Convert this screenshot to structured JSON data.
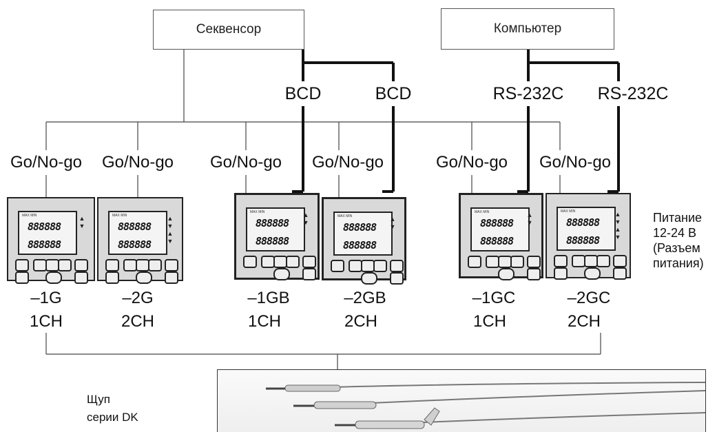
{
  "top_boxes": {
    "sequencer": "Секвенсор",
    "computer": "Компьютер"
  },
  "interfaces": {
    "bcd_1": "BCD",
    "bcd_2": "BCD",
    "rs_1": "RS-232C",
    "rs_2": "RS-232C"
  },
  "gonogo": [
    "Go/No-go",
    "Go/No-go",
    "Go/No-go",
    "Go/No-go",
    "Go/No-go",
    "Go/No-go"
  ],
  "units": [
    {
      "model": "–1G",
      "ch": "1CH"
    },
    {
      "model": "–2G",
      "ch": "2CH"
    },
    {
      "model": "–1GB",
      "ch": "1CH"
    },
    {
      "model": "–2GB",
      "ch": "2CH"
    },
    {
      "model": "–1GC",
      "ch": "1CH"
    },
    {
      "model": "–2GC",
      "ch": "2CH"
    }
  ],
  "display_digits": "888888",
  "power": {
    "line1": "Питание",
    "line2": "12-24 В",
    "line3": "(Разъем",
    "line4": "питания)"
  },
  "probe": {
    "line1": "Щуп",
    "line2": "серии DK"
  }
}
